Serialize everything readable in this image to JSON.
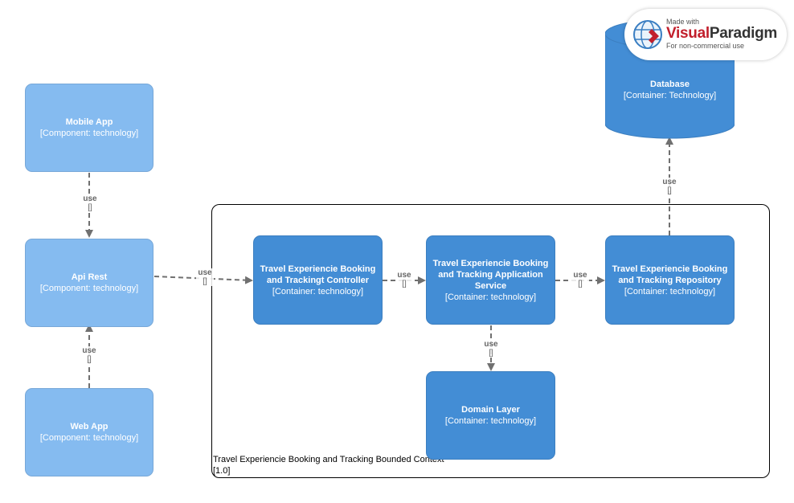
{
  "components": {
    "mobile_app": {
      "title": "Mobile App",
      "subtitle": "[Component: technology]"
    },
    "api_rest": {
      "title": "Api Rest",
      "subtitle": "[Component: technology]"
    },
    "web_app": {
      "title": "Web App",
      "subtitle": "[Component: technology]"
    }
  },
  "containers": {
    "controller": {
      "title": "Travel Experiencie Booking and Trackingt Controller",
      "subtitle": "[Container: technology]"
    },
    "app_service": {
      "title": "Travel Experiencie Booking and Tracking Application Service",
      "subtitle": "[Container: technology]"
    },
    "repository": {
      "title": "Travel Experiencie Booking and Tracking Repository",
      "subtitle": "[Container: technology]"
    },
    "domain_layer": {
      "title": "Domain Layer",
      "subtitle": "[Container: technology]"
    },
    "database": {
      "title": "Database",
      "subtitle": "[Container: Technology]"
    }
  },
  "boundary": {
    "label": "Travel Experiencie Booking and Tracking Bounded Context",
    "version": "[1.0]"
  },
  "relations": {
    "mobile_api": {
      "label": "use",
      "tech": "[]"
    },
    "web_api": {
      "label": "use",
      "tech": "[]"
    },
    "api_controller": {
      "label": "use",
      "tech": "[]"
    },
    "controller_service": {
      "label": "use",
      "tech": "[]"
    },
    "service_repository": {
      "label": "use",
      "tech": "[]"
    },
    "service_domain": {
      "label": "use",
      "tech": "[]"
    },
    "repository_database": {
      "label": "use",
      "tech": "[]"
    }
  },
  "watermark": {
    "line1": "Made with",
    "brand_a": "Visual",
    "brand_b": "Paradigm",
    "line3": "For non-commercial use"
  },
  "colors": {
    "component": "#85bbf0",
    "container": "#438dd5",
    "arrow": "#707070"
  }
}
